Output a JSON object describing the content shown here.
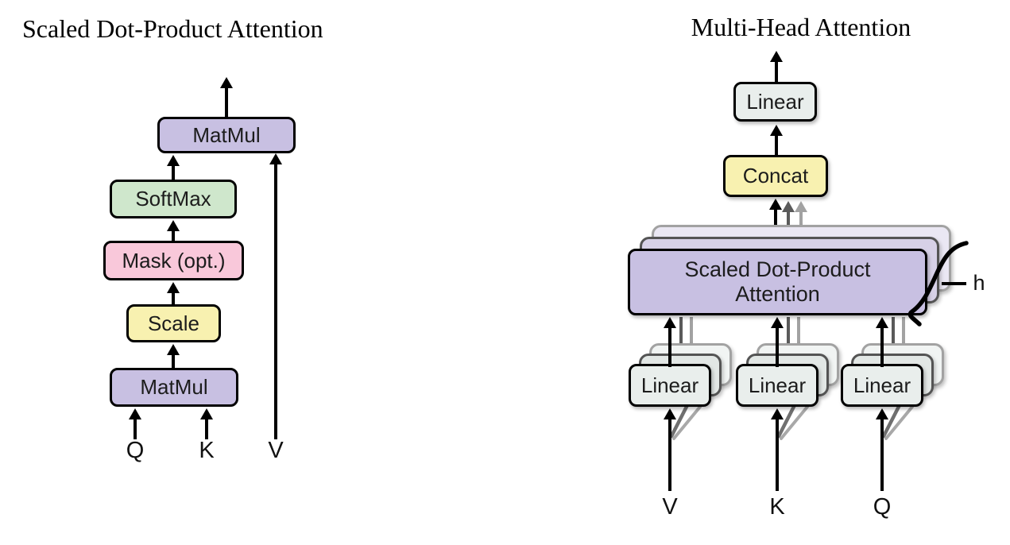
{
  "left_diagram": {
    "title": "Scaled Dot-Product Attention",
    "boxes": {
      "matmul_top": "MatMul",
      "softmax": "SoftMax",
      "mask": "Mask (opt.)",
      "scale": "Scale",
      "matmul_bottom": "MatMul"
    },
    "inputs": {
      "q": "Q",
      "k": "K",
      "v": "V"
    }
  },
  "right_diagram": {
    "title": "Multi-Head Attention",
    "boxes": {
      "linear_out": "Linear",
      "concat": "Concat",
      "attention_line1": "Scaled Dot-Product",
      "attention_line2": "Attention",
      "linear_v": "Linear",
      "linear_k": "Linear",
      "linear_q": "Linear"
    },
    "head_count_label": "h",
    "inputs": {
      "v": "V",
      "k": "K",
      "q": "Q"
    }
  },
  "colors": {
    "purple": "#c8c0e2",
    "green": "#cfe7cc",
    "pink": "#f9c8da",
    "yellow": "#f8f1b0",
    "gray_box": "#e9eeec",
    "ghost_purple_mid": "#d7d1e7",
    "ghost_purple_light": "#eae7f3",
    "ghost_gray_mid": "#e2e7e5",
    "ghost_gray_light": "#f1f4f3"
  }
}
